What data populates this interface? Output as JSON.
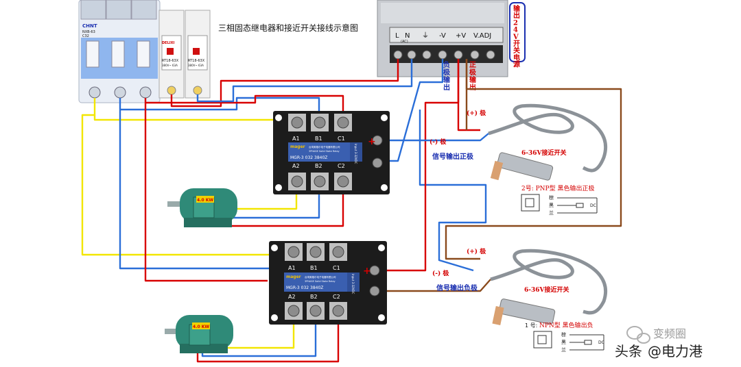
{
  "title": "三相固态继电器和接近开关接线示意图",
  "breakers": {
    "brand": "CHNT",
    "model": "NXB-63",
    "rating": "C32",
    "fuse_brand": "DELIXI",
    "fuse_model": "RT18-63X",
    "fuse_rating": "380V~ 63A"
  },
  "power_supply": {
    "terminals": [
      "L",
      "N",
      "⏚",
      "-V",
      "+V",
      "V.ADJ"
    ],
    "sub_labels": [
      "(AC)"
    ],
    "callout": "输出24V开关电源",
    "neg_label": "负极输出",
    "pos_label": "正极输出"
  },
  "relays": [
    {
      "top_terminals": [
        "A1",
        "B1",
        "C1"
      ],
      "bottom_terminals": [
        "A2",
        "B2",
        "C2"
      ],
      "brand": "mager",
      "company": "台湾美格尔电子电器有限公司",
      "type": "3PHASE Solid State Relay",
      "model": "MGR-3 032 3840Z",
      "input_label": "Input 3-32VDC"
    },
    {
      "top_terminals": [
        "A1",
        "B1",
        "C1"
      ],
      "bottom_terminals": [
        "A2",
        "B2",
        "C2"
      ],
      "brand": "mager",
      "company": "台湾美格尔电子电器有限公司",
      "type": "3PHASE Solid State Relay",
      "model": "MGR-3 032 3840Z",
      "input_label": "Input 3-32VDC"
    }
  ],
  "motors": [
    {
      "plate": "4.0 KW"
    },
    {
      "plate": "4.0 KW"
    }
  ],
  "sensors": [
    {
      "plus_label": "(+) 极",
      "minus_label": "(-) 极",
      "signal_label": "信号输出正极",
      "name": "6-36V接近开关",
      "type_label": "2号: PNP型 黑色输出正极",
      "wires": [
        "棕",
        "黑",
        "兰"
      ],
      "dc": "DC"
    },
    {
      "plus_label": "(+) 极",
      "minus_label": "(-) 极",
      "signal_label": "信号输出负极",
      "name": "6-36V接近开关",
      "type_label": "NPN型 黑色输出负",
      "type_prefix": "1 号:",
      "wires": [
        "棕",
        "黑",
        "兰"
      ],
      "dc": "DC"
    }
  ],
  "watermark": {
    "platform": "头条",
    "handle": "@电力港",
    "circle_text": "变频圈"
  },
  "colors": {
    "wire_yellow": "#f2e600",
    "wire_blue": "#2a6ed8",
    "wire_red": "#d80000",
    "wire_brown": "#8a4a1c",
    "relay_body": "#1c1c1c",
    "relay_label": "#3a5fb0",
    "motor": "#2f8a78"
  }
}
